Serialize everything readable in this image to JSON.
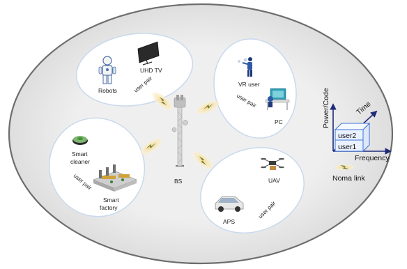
{
  "groups": {
    "top_left": {
      "label_robots": "Robots",
      "label_tv": "UHD TV",
      "pair_label": "user pair"
    },
    "top_right": {
      "label_vr": "VR user",
      "label_pc": "PC",
      "pair_label": "user pair"
    },
    "left": {
      "label_cleaner_1": "Smart",
      "label_cleaner_2": "cleaner",
      "label_factory_1": "Smart",
      "label_factory_2": "factory",
      "pair_label": "user pair"
    },
    "bottom_right": {
      "label_uav": "UAV",
      "label_aps": "APS",
      "pair_label": "user pair"
    }
  },
  "base_station": {
    "label": "BS"
  },
  "legend": {
    "y_axis": "Power/Code",
    "time_axis": "Time",
    "x_axis": "Frequency",
    "user2": "user2",
    "user1": "user1",
    "noma_link": "Noma link"
  },
  "colors": {
    "ellipse_fill": "#ececec",
    "ellipse_stroke": "#6d6d6d",
    "bubble_stroke": "#c9d9ee",
    "beam": "#f7e4b4",
    "bolt": "#6f7a3a",
    "axis": "#1e2a78",
    "box_stroke": "#3e74d6",
    "box_fill": "#eaf1ff"
  }
}
